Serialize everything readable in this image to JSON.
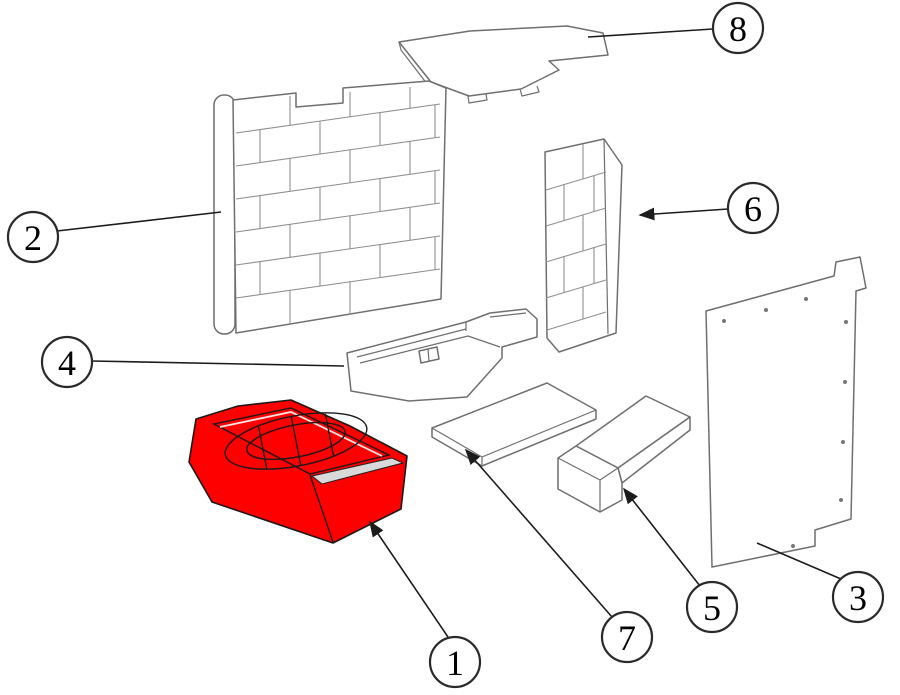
{
  "diagram": {
    "background_color": "#ffffff",
    "part_outline_color": "#6f6f6f",
    "brick_line_color": "#8f8f8f",
    "leader_line_color": "#1c1c1c",
    "callout_border_color": "#2a2a2a",
    "callout_number_color": "#000000",
    "highlight_color": "#fe0000",
    "highlight_trim_color": "#d9d9d9",
    "callouts": [
      {
        "label": "1",
        "part": "ash-pan-grate",
        "highlighted": true
      },
      {
        "label": "2",
        "part": "back-brick-panel",
        "highlighted": false
      },
      {
        "label": "3",
        "part": "right-side-panel",
        "highlighted": false
      },
      {
        "label": "4",
        "part": "log-retainer-bracket",
        "highlighted": false
      },
      {
        "label": "5",
        "part": "front-rail",
        "highlighted": false
      },
      {
        "label": "6",
        "part": "side-brick-panel",
        "highlighted": false
      },
      {
        "label": "7",
        "part": "base-plate",
        "highlighted": false
      },
      {
        "label": "8",
        "part": "top-plate",
        "highlighted": false
      }
    ]
  }
}
